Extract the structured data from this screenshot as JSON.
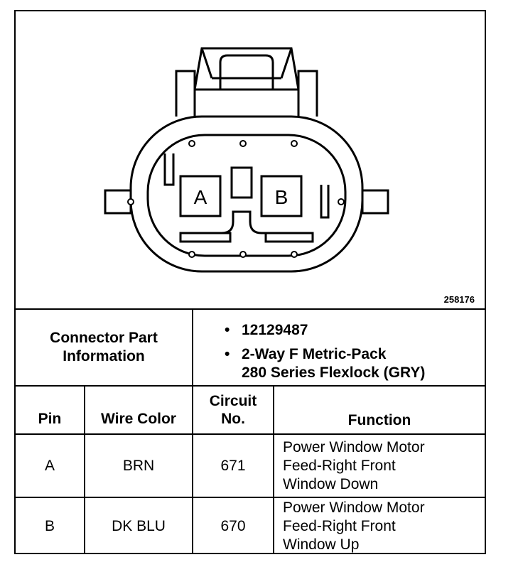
{
  "figure": {
    "number": "258176",
    "cavity_labels": [
      "A",
      "B"
    ]
  },
  "connector_info": {
    "title_line1": "Connector Part",
    "title_line2": "Information",
    "bullets": [
      {
        "marker": "•",
        "line1": "12129487",
        "line2": ""
      },
      {
        "marker": "•",
        "line1": "2-Way F Metric-Pack",
        "line2": "280 Series Flexlock (GRY)"
      }
    ]
  },
  "table": {
    "headers": {
      "pin": "Pin",
      "wire_color": "Wire Color",
      "circuit_line1": "Circuit",
      "circuit_line2": "No.",
      "function": "Function"
    },
    "rows": [
      {
        "pin": "A",
        "wire_color": "BRN",
        "circuit": "671",
        "function": [
          "Power Window Motor",
          "Feed-Right Front",
          "Window Down"
        ]
      },
      {
        "pin": "B",
        "wire_color": "DK BLU",
        "circuit": "670",
        "function": [
          "Power Window Motor",
          "Feed-Right Front",
          "Window Up"
        ]
      }
    ]
  }
}
